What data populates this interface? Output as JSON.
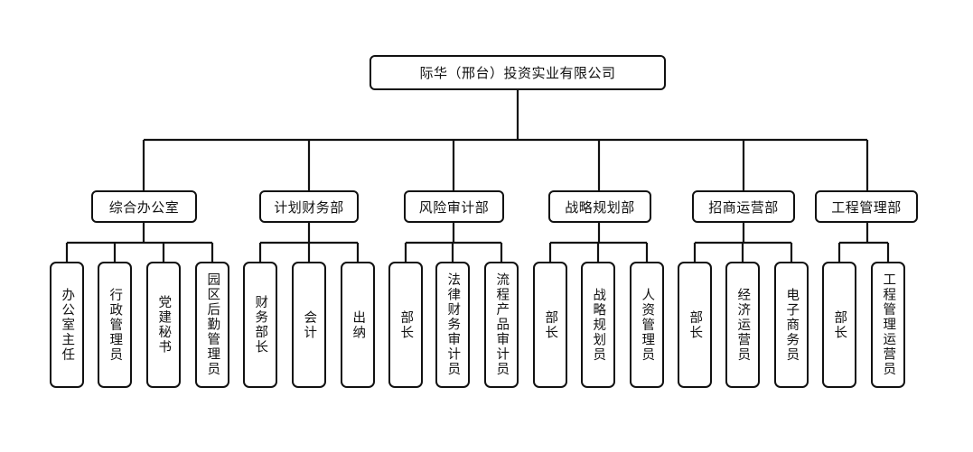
{
  "org_chart": {
    "root": "际华（邢台）投资实业有限公司",
    "departments": [
      {
        "name": "综合办公室",
        "roles": [
          "办公室主任",
          "行政管理员",
          "党建秘书",
          "园区后勤管理员"
        ]
      },
      {
        "name": "计划财务部",
        "roles": [
          "财务部长",
          "会计",
          "出纳"
        ]
      },
      {
        "name": "风险审计部",
        "roles": [
          "部长",
          "法律财务审计员",
          "流程产品审计员"
        ]
      },
      {
        "name": "战略规划部",
        "roles": [
          "部长",
          "战略规划员",
          "人资管理员"
        ]
      },
      {
        "name": "招商运营部",
        "roles": [
          "部长",
          "经济运营员",
          "电子商务员"
        ]
      },
      {
        "name": "工程管理部",
        "roles": [
          "部长",
          "工程管理运营员"
        ]
      }
    ]
  }
}
